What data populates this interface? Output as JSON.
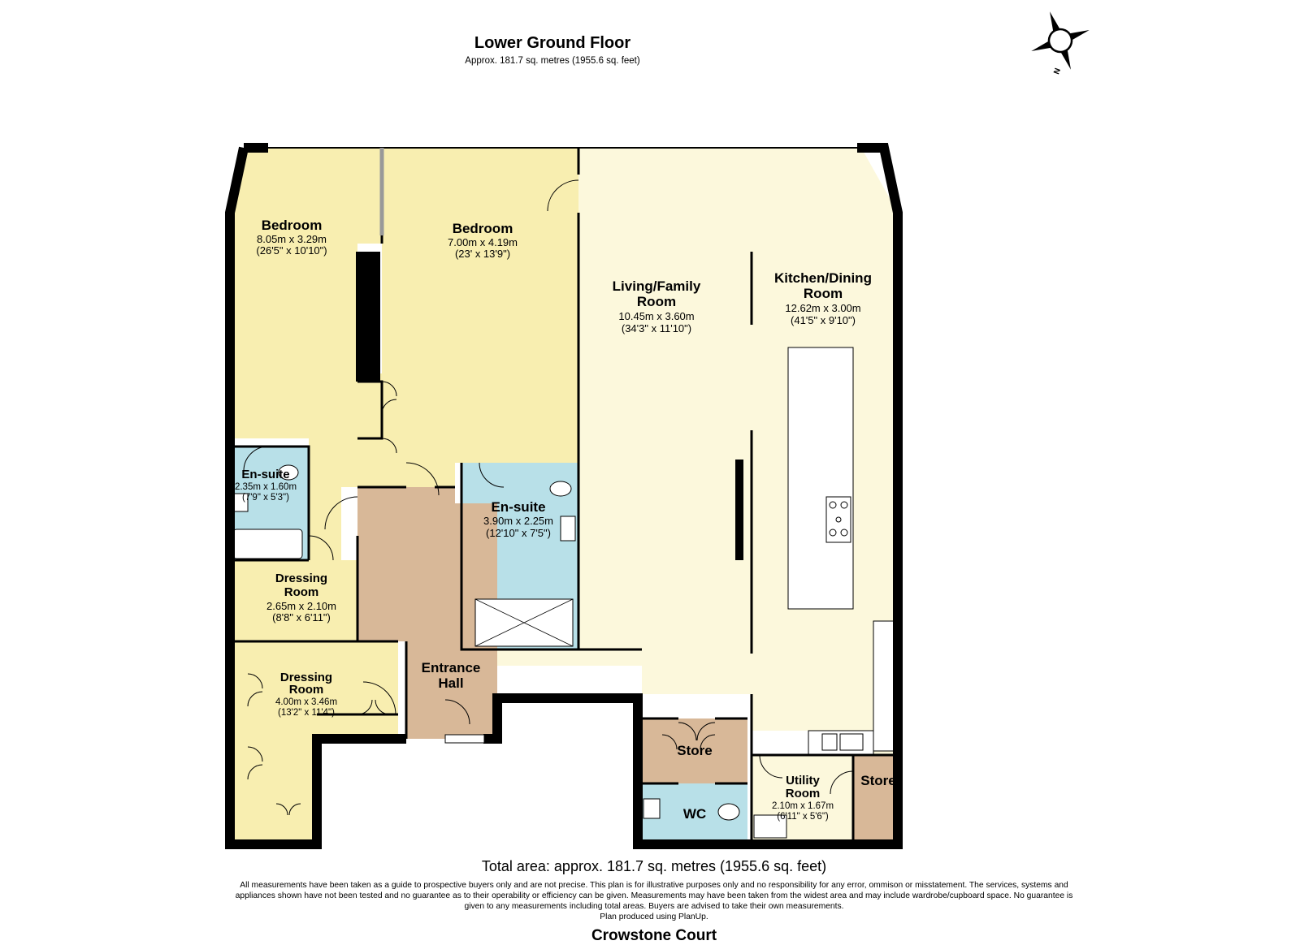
{
  "header": {
    "floor_title": "Lower Ground Floor",
    "floor_area": "Approx. 181.7 sq. metres (1955.6 sq. feet)"
  },
  "compass": {
    "icon": "compass-icon",
    "label": "N"
  },
  "colors": {
    "bedroom": "#f8eeb0",
    "living": "#fcf8dc",
    "ensuite": "#b8e0e8",
    "hall": "#d8b898",
    "wall": "#000000",
    "counter": "#ffffff"
  },
  "rooms": {
    "bedroom1": {
      "name": "Bedroom",
      "dim_m": "8.05m x 3.29m",
      "dim_ft": "(26'5\" x 10'10\")"
    },
    "bedroom2": {
      "name": "Bedroom",
      "dim_m": "7.00m x 4.19m",
      "dim_ft": "(23' x 13'9\")"
    },
    "living": {
      "name_1": "Living/Family",
      "name_2": "Room",
      "dim_m": "10.45m x 3.60m",
      "dim_ft": "(34'3\" x 11'10\")"
    },
    "kitchen": {
      "name_1": "Kitchen/Dining",
      "name_2": "Room",
      "dim_m": "12.62m x 3.00m",
      "dim_ft": "(41'5\" x 9'10\")"
    },
    "ensuite1": {
      "name": "En-suite",
      "dim_m": "2.35m x 1.60m",
      "dim_ft": "(7'9\" x 5'3\")"
    },
    "ensuite2": {
      "name": "En-suite",
      "dim_m": "3.90m x 2.25m",
      "dim_ft": "(12'10\" x 7'5\")"
    },
    "dressing1": {
      "name_1": "Dressing",
      "name_2": "Room",
      "dim_m": "2.65m x 2.10m",
      "dim_ft": "(8'8\" x 6'11\")"
    },
    "dressing2": {
      "name_1": "Dressing",
      "name_2": "Room",
      "dim_m": "4.00m x 3.46m",
      "dim_ft": "(13'2\" x 11'4\")"
    },
    "hall": {
      "name_1": "Entrance",
      "name_2": "Hall"
    },
    "store1": {
      "name": "Store"
    },
    "store2": {
      "name": "Store"
    },
    "wc": {
      "name": "WC"
    },
    "utility": {
      "name_1": "Utility",
      "name_2": "Room",
      "dim_m": "2.10m x 1.67m",
      "dim_ft": "(6'11\" x 5'6\")"
    }
  },
  "footer": {
    "total_area": "Total area: approx. 181.7 sq. metres (1955.6 sq. feet)",
    "disclaimer": "All measurements have been taken as a guide to prospective buyers only and are not precise. This plan is for illustrative purposes only and no responsibility for any error, ommison or misstatement. The services, systems and appliances shown have not been tested and no guarantee as to their operability or efficiency can be given. Measurements may have been taken from the widest area and may include wardrobe/cupboard space. No guarantee is given to any measurements including total areas. Buyers are advised to take their own measurements.",
    "produced_by": "Plan produced using PlanUp.",
    "property_name": "Crowstone Court"
  }
}
